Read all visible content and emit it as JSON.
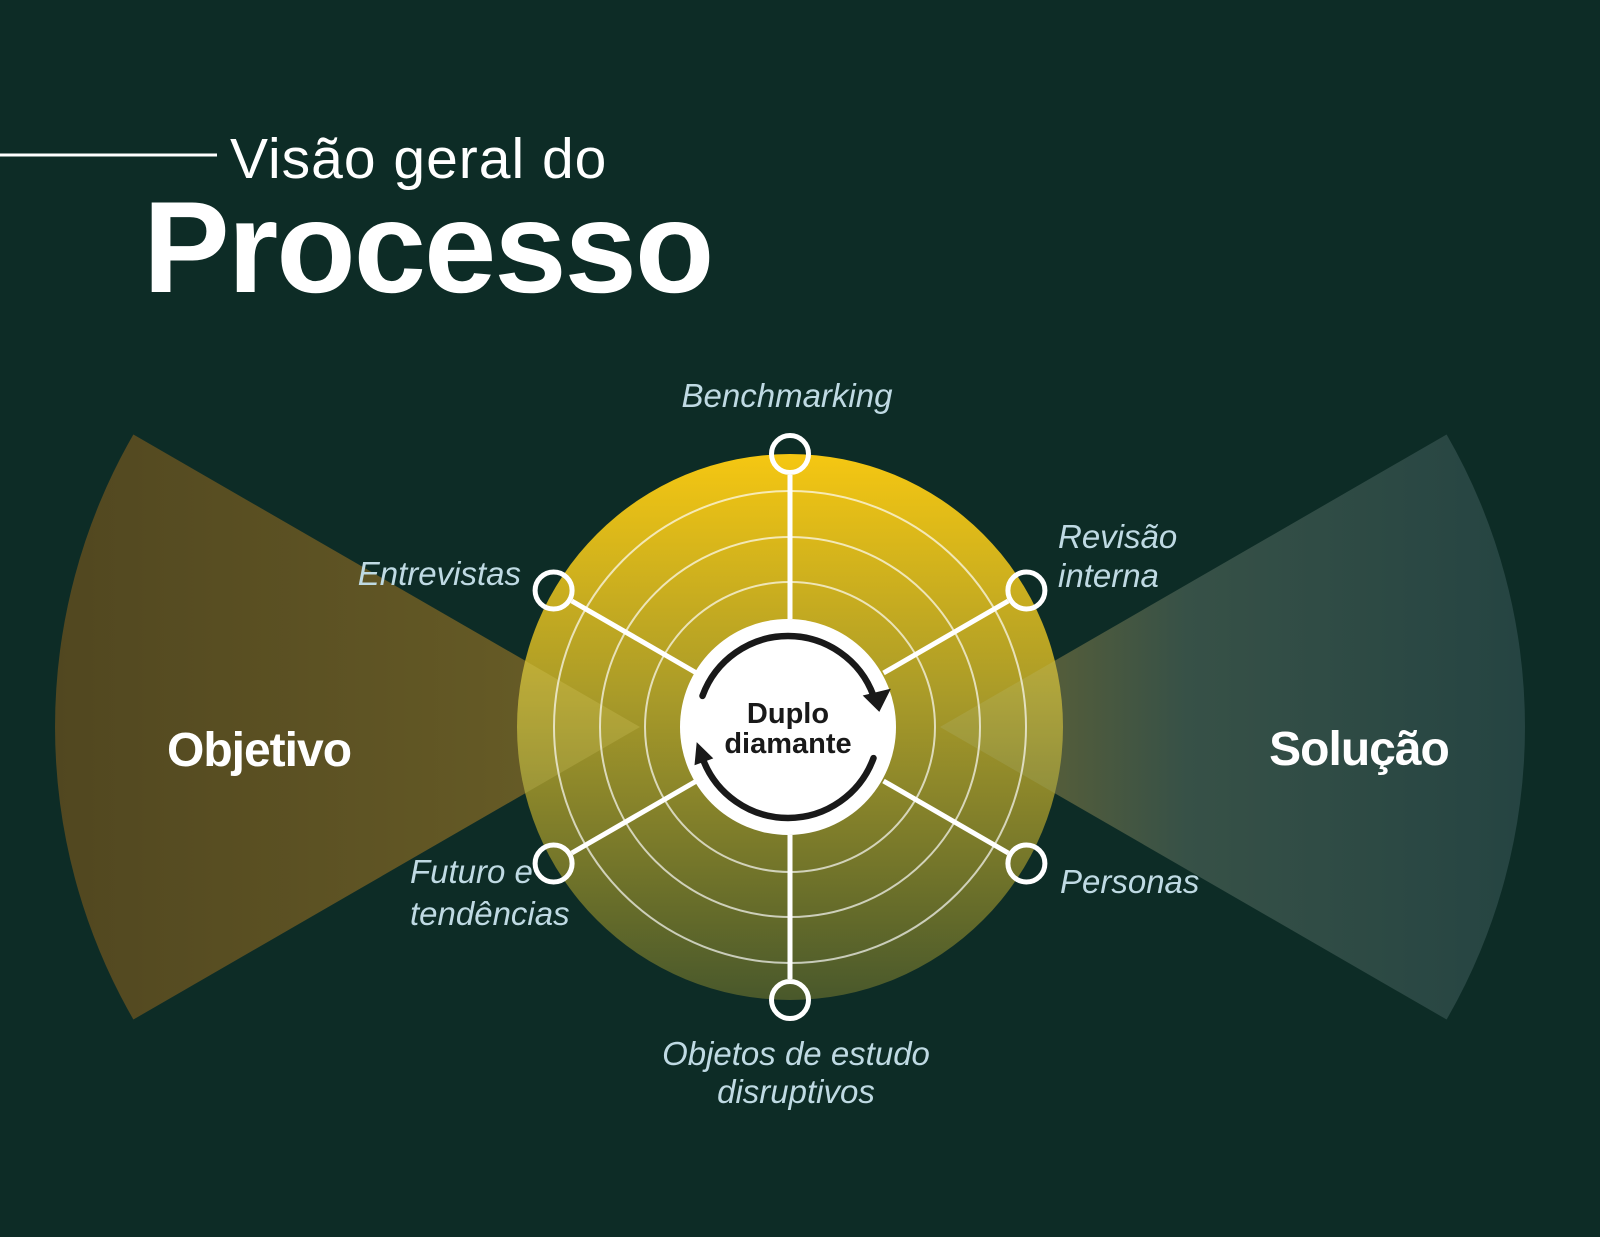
{
  "title": {
    "eyebrow": "Visão geral do",
    "main": "Processo"
  },
  "zones": {
    "left": "Objetivo",
    "right": "Solução"
  },
  "center": {
    "line1": "Duplo",
    "line2": "diamante",
    "icon": "cycle-arrows-icon"
  },
  "nodes": {
    "benchmarking": {
      "label": "Benchmarking"
    },
    "revisao": {
      "line1": "Revisão",
      "line2": "interna"
    },
    "personas": {
      "label": "Personas"
    },
    "objetos": {
      "line1": "Objetos de estudo",
      "line2": "disruptivos"
    },
    "futuro": {
      "line1": "Futuro e",
      "line2": "tendências"
    },
    "entrevistas": {
      "label": "Entrevistas"
    }
  },
  "colors": {
    "background": "#0d2c26",
    "disc_gradient_top": "#f5c712",
    "disc_gradient_mid": "#a89a29",
    "disc_gradient_bottom": "#49582b",
    "label_blue": "#bfdae3",
    "white": "#ffffff",
    "ink": "#191919",
    "cone_left_near": "#6a5f27",
    "cone_left_far": "#514720",
    "cone_right_near": "#6d672f",
    "cone_right_mid": "#375147",
    "cone_right_far": "#254442"
  }
}
